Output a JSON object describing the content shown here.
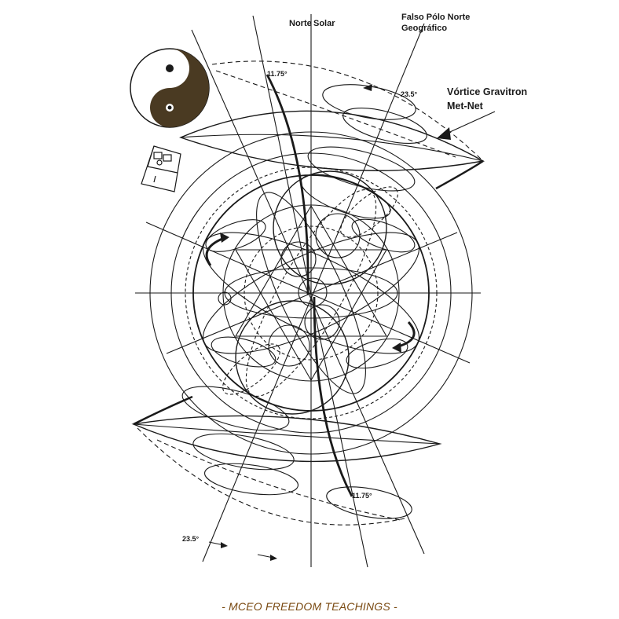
{
  "labels": {
    "north_solar_1": "Norte",
    "north_solar_2": "Solar",
    "false_pole_1": "Falso Pólo Norte",
    "false_pole_2": "Geográfico",
    "vortex_1": "Vórtice Gravitron",
    "vortex_2": "Met-Net",
    "angle_top_left": "11.75°",
    "angle_top_right": "23.5°",
    "angle_bottom_mid": "11.75°",
    "angle_bottom_left": "23.5°"
  },
  "footer": "- MCEO FREEDOM TEACHINGS -",
  "colors": {
    "ink": "#1a1a1a",
    "footer": "#7a4a12",
    "yin_yang_dark": "#4a3a22",
    "background": "#ffffff"
  },
  "icons": [
    "yin-yang-icon",
    "cube-icon"
  ]
}
